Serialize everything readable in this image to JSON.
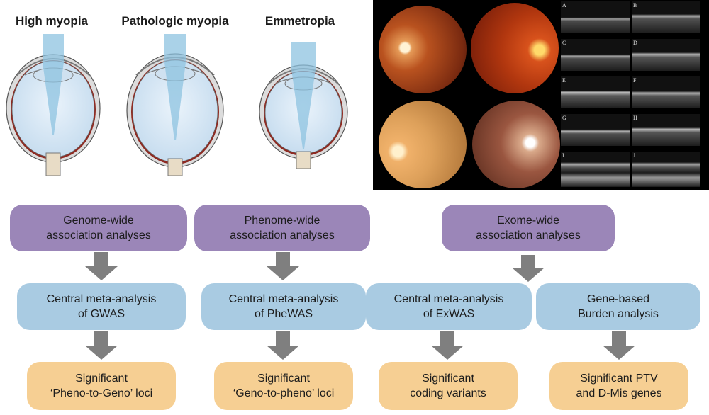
{
  "eye_titles": [
    "High myopia",
    "Pathologic myopia",
    "Emmetropia"
  ],
  "oct_labels": [
    "A",
    "B",
    "C",
    "D",
    "E",
    "F",
    "G",
    "H",
    "I",
    "J"
  ],
  "colors": {
    "purple": "#9b86b8",
    "blue": "#a9cbe2",
    "orange": "#f6cf93",
    "arrow": "#7f7f7f"
  },
  "pipeline": {
    "gwas": {
      "top": "Genome-wide\nassociation analyses",
      "meta": "Central meta-analysis\nof GWAS",
      "result": "Significant\n‘Pheno-to-Geno’ loci"
    },
    "phewas": {
      "top": "Phenome-wide\nassociation analyses",
      "meta": "Central meta-analysis\nof PheWAS",
      "result": "Significant\n‘Geno-to-pheno’ loci"
    },
    "exwas": {
      "top": "Exome-wide\nassociation analyses",
      "meta": "Central meta-analysis\nof ExWAS",
      "burden": "Gene-based\nBurden analysis",
      "result_variants": "Significant\ncoding variants",
      "result_genes": "Significant PTV\nand D-Mis genes"
    }
  }
}
